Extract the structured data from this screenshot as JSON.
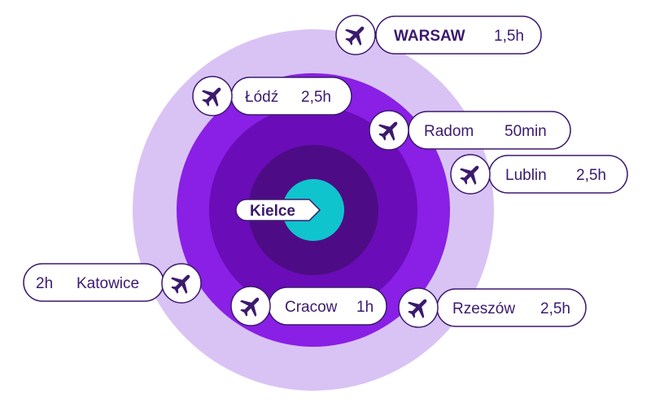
{
  "center": {
    "label": "Kielce"
  },
  "colors": {
    "ring1": "#d9c3f4",
    "ring2": "#8a1fe6",
    "ring3": "#6a0cb8",
    "ring4": "#4d0c85",
    "center": "#10c4cd",
    "outline": "#3b1a6e"
  },
  "destinations": [
    {
      "name": "WARSAW",
      "time": "1,5h",
      "icon": "airplane-icon"
    },
    {
      "name": "Łódź",
      "time": "2,5h",
      "icon": "airplane-icon"
    },
    {
      "name": "Radom",
      "time": "50min",
      "icon": "airplane-icon"
    },
    {
      "name": "Lublin",
      "time": "2,5h",
      "icon": "airplane-icon"
    },
    {
      "name": "Katowice",
      "time": "2h",
      "icon": "airplane-icon"
    },
    {
      "name": "Cracow",
      "time": "1h",
      "icon": "airplane-icon"
    },
    {
      "name": "Rzeszów",
      "time": "2,5h",
      "icon": "airplane-icon"
    }
  ]
}
